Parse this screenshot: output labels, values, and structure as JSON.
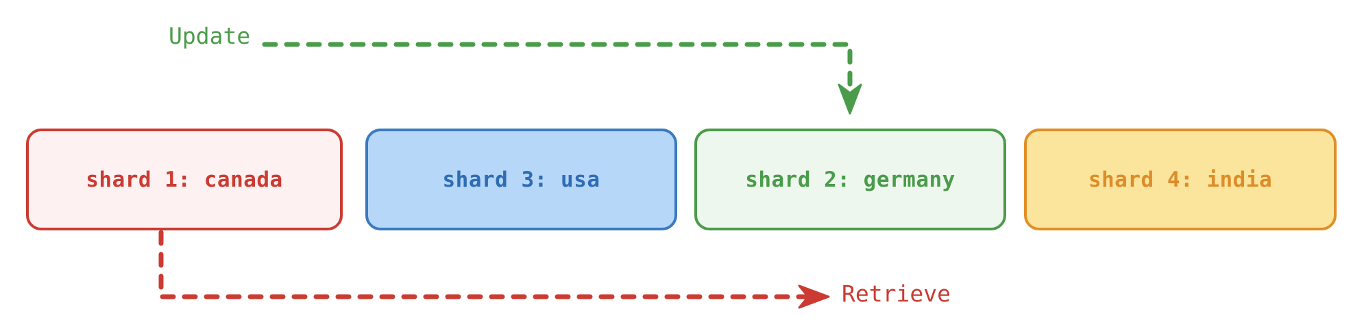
{
  "diagram": {
    "type": "shard-routing-flow",
    "background_color": "#ffffff",
    "nodes": [
      {
        "id": "shard-1",
        "label": "shard 1: canada",
        "shard_number": "1",
        "region": "canada",
        "border_color": "#cb3b32",
        "fill_color": "#fdf1f1",
        "text_color": "#cb3b32"
      },
      {
        "id": "shard-3",
        "label": "shard 3: usa",
        "shard_number": "3",
        "region": "usa",
        "border_color": "#3a7ac0",
        "fill_color": "#b6d7f8",
        "text_color": "#2f6cb5"
      },
      {
        "id": "shard-2",
        "label": "shard 2: germany",
        "shard_number": "2",
        "region": "germany",
        "border_color": "#4a9c4a",
        "fill_color": "#eef7ee",
        "text_color": "#4a9c4a"
      },
      {
        "id": "shard-4",
        "label": "shard 4: india",
        "shard_number": "4",
        "region": "india",
        "border_color": "#e08f27",
        "fill_color": "#fbe49b",
        "text_color": "#dd8c2a"
      }
    ],
    "edges": [
      {
        "id": "update-edge",
        "label": "Update",
        "color": "#4a9c4a",
        "style": "dashed",
        "target": "shard-2",
        "direction": "down"
      },
      {
        "id": "retrieve-edge",
        "label": "Retrieve",
        "color": "#cb3b32",
        "style": "dashed",
        "source": "shard-1",
        "direction": "right"
      }
    ]
  }
}
